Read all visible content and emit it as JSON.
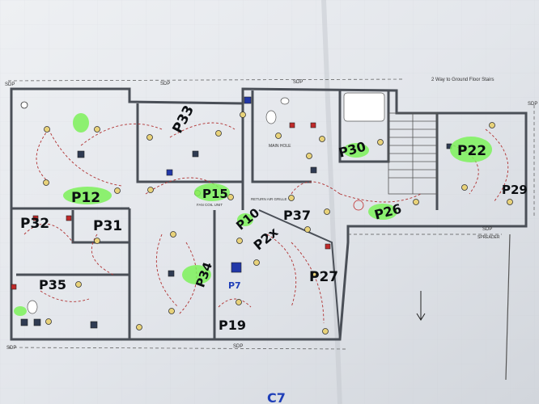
{
  "plan": {
    "top_note": "2 Way to Ground Floor Stairs",
    "sdp_labels": [
      "SDP",
      "SDP",
      "SDP",
      "SDP",
      "SDP",
      "SDP",
      "SDP"
    ],
    "room_labels": {
      "main_hole": "MAIN HOLE",
      "return_grille": "RETURN AIR GRILLE",
      "fan_coil": "FAN COIL UNIT",
      "spreader": "SPREADER"
    },
    "circuits": [
      "P33",
      "P30",
      "P22",
      "P12",
      "P15",
      "P29",
      "P32",
      "P31",
      "P10",
      "P37",
      "P26",
      "P2x",
      "P27",
      "P34",
      "P35",
      "P19",
      "P7"
    ],
    "bottom_scrawl": "C7"
  },
  "colors": {
    "ink": "#0c0f12",
    "highlight": "#7df25a",
    "wall": "#4a4f57",
    "circuit_line": "#b03030",
    "paper": "#e6e9ee"
  }
}
